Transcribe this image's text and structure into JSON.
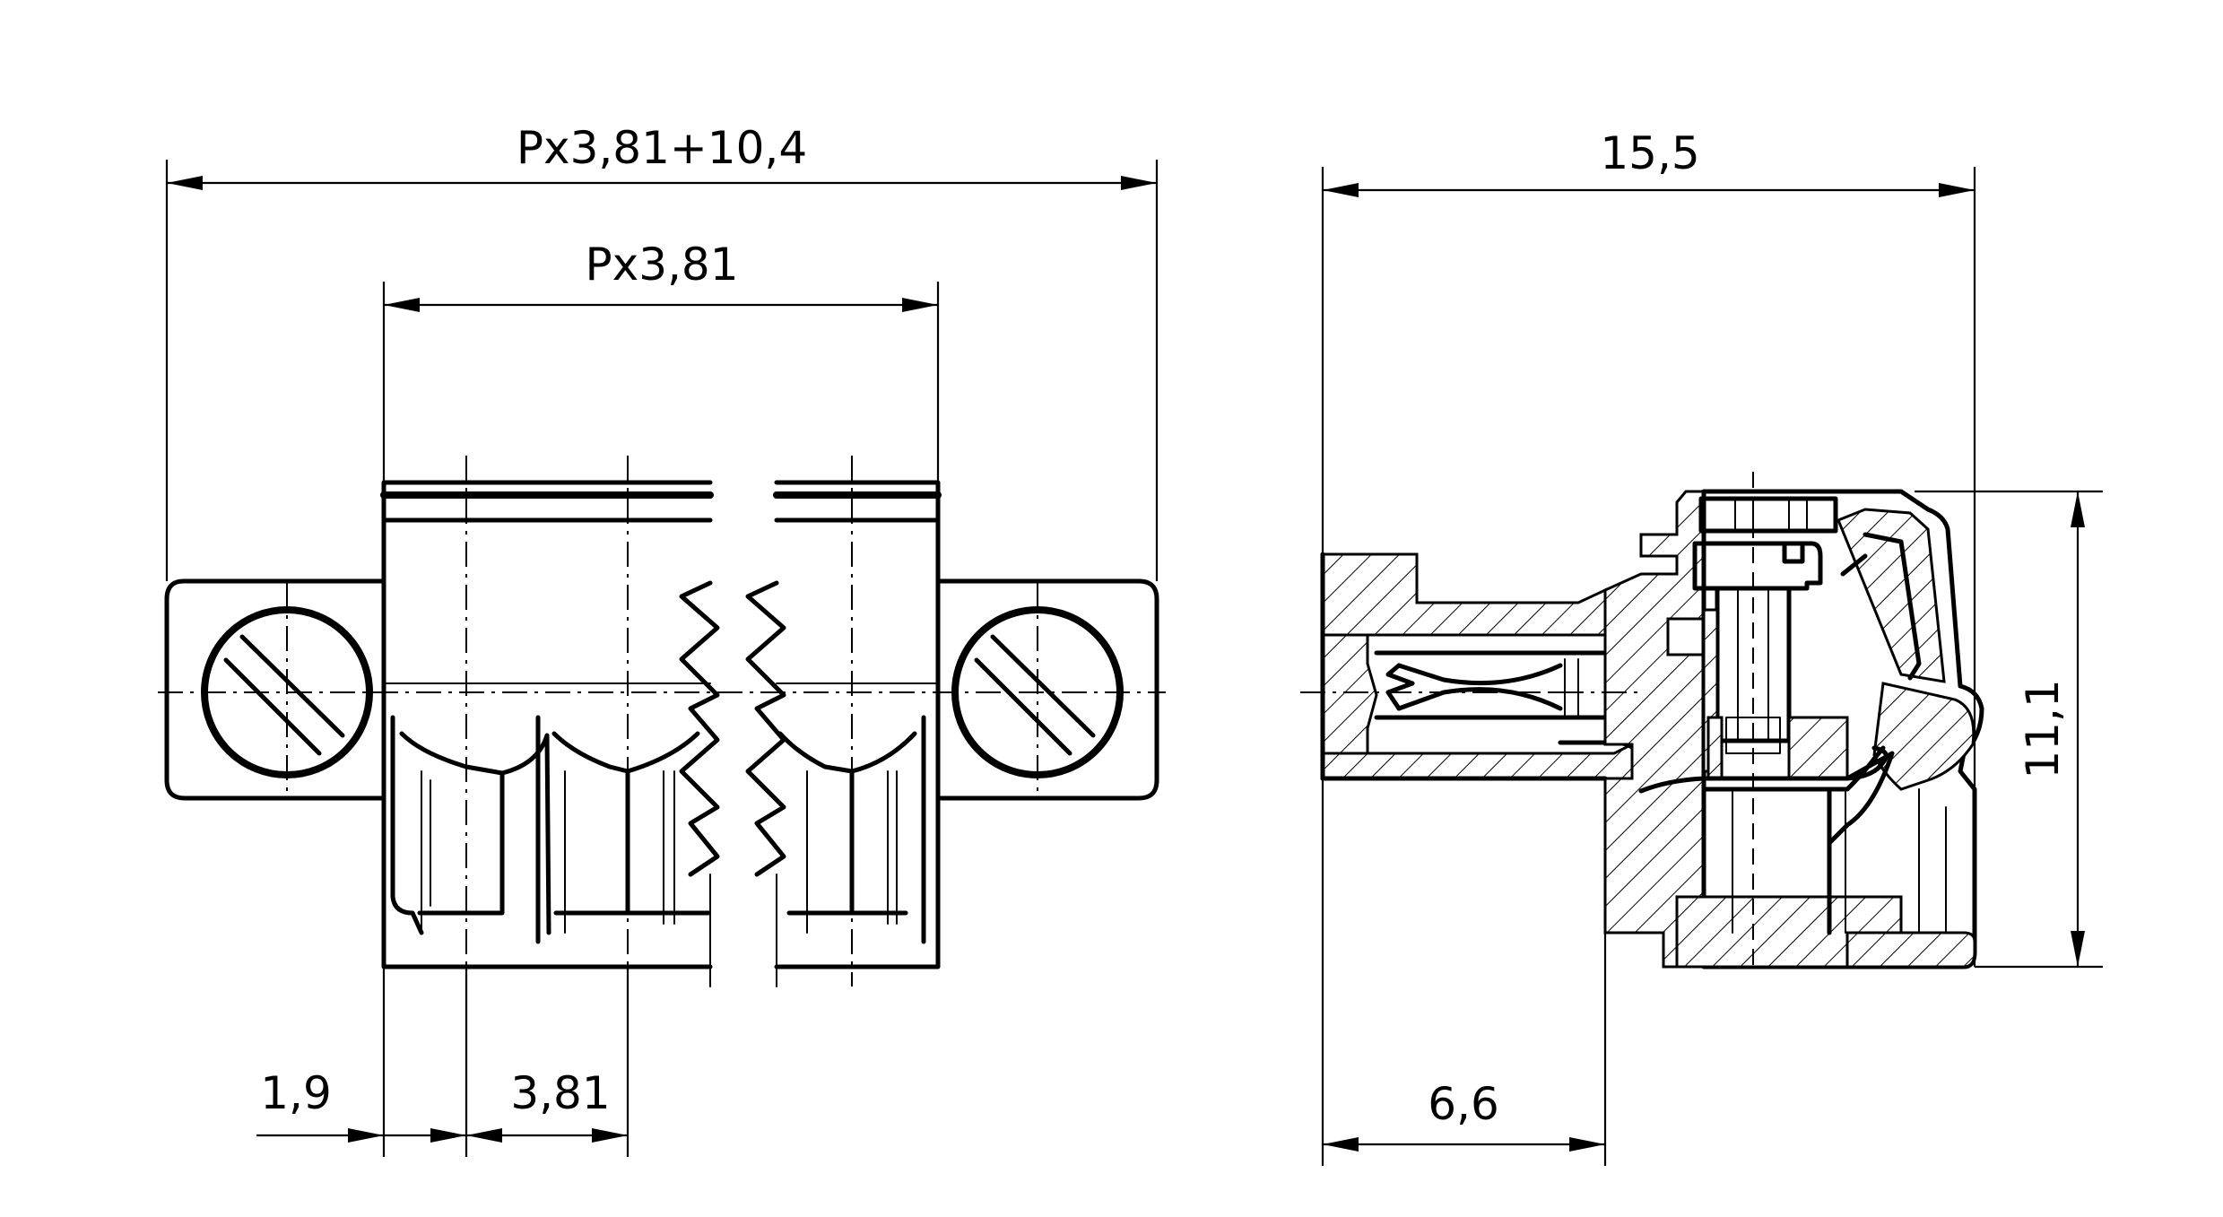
{
  "front_view": {
    "overall_width_label": "Px3,81+10,4",
    "pitch_span_label": "Px3,81",
    "edge_offset_label": "1,9",
    "pitch_label": "3,81"
  },
  "side_view": {
    "depth_label": "15,5",
    "height_label": "11,1",
    "pin_offset_label": "6,6"
  }
}
